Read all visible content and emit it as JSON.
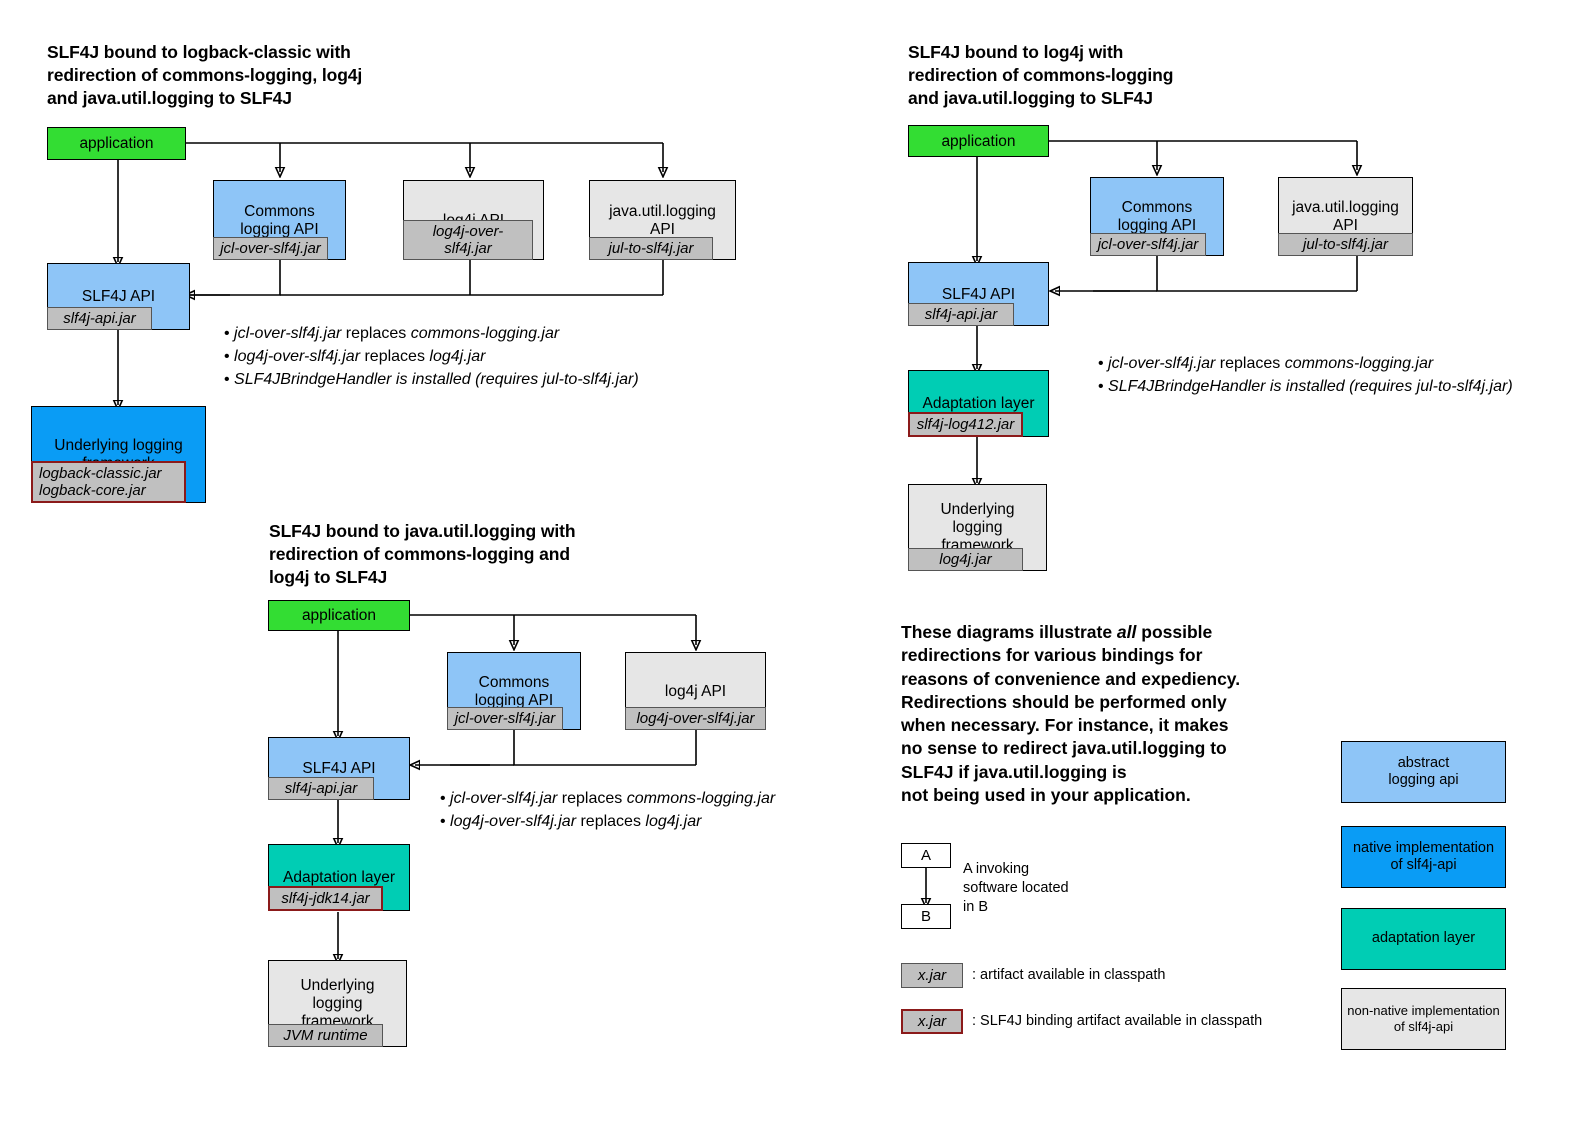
{
  "diagram1": {
    "title": "SLF4J bound to logback-classic with\nredirection of commons-logging, log4j\nand java.util.logging to SLF4J",
    "application": "application",
    "commons_api": "Commons\nlogging API",
    "commons_jar": "jcl-over-slf4j.jar",
    "log4j_api": "log4j API",
    "log4j_jar": "log4j-over-slf4j.jar",
    "jul_api": "java.util.logging\nAPI",
    "jul_jar": "jul-to-slf4j.jar",
    "slf4j_api": "SLF4J API",
    "slf4j_api_jar": "slf4j-api.jar",
    "underlying": "Underlying logging\nframework",
    "underlying_jar": "logback-classic.jar\nlogback-core.jar",
    "bullets": [
      {
        "name": "jcl-over-slf4j.jar",
        "verb": " replaces ",
        "target": "commons-logging.jar"
      },
      {
        "name": "log4j-over-slf4j.jar",
        "verb": " replaces ",
        "target": "log4j.jar"
      },
      {
        "name": "SLF4JBrindgeHandler",
        "verb": " is installed ",
        "target": "(requires jul-to-slf4j.jar)"
      }
    ]
  },
  "diagram2": {
    "title": "SLF4J bound to log4j with\nredirection of commons-logging\nand java.util.logging to SLF4J",
    "application": "application",
    "commons_api": "Commons\nlogging API",
    "commons_jar": "jcl-over-slf4j.jar",
    "jul_api": "java.util.logging\nAPI",
    "jul_jar": "jul-to-slf4j.jar",
    "slf4j_api": "SLF4J API",
    "slf4j_api_jar": "slf4j-api.jar",
    "adaptation": "Adaptation layer",
    "adaptation_jar": "slf4j-log412.jar",
    "underlying": "Underlying\nlogging\nframework",
    "underlying_jar": "log4j.jar",
    "bullets": [
      {
        "name": "jcl-over-slf4j.jar",
        "verb": " replaces ",
        "target": "commons-logging.jar"
      },
      {
        "name": "SLF4JBrindgeHandler",
        "verb": " is installed ",
        "target": "(requires jul-to-slf4j.jar)"
      }
    ]
  },
  "diagram3": {
    "title": "SLF4J bound to java.util.logging with\nredirection of commons-logging and\nlog4j to SLF4J",
    "application": "application",
    "commons_api": "Commons\nlogging API",
    "commons_jar": "jcl-over-slf4j.jar",
    "log4j_api": "log4j API",
    "log4j_jar": "log4j-over-slf4j.jar",
    "slf4j_api": "SLF4J API",
    "slf4j_api_jar": "slf4j-api.jar",
    "adaptation": "Adaptation layer",
    "adaptation_jar": "slf4j-jdk14.jar",
    "underlying": "Underlying\nlogging\nframework",
    "underlying_jar": "JVM runtime",
    "bullets": [
      {
        "name": "jcl-over-slf4j.jar",
        "verb": " replaces ",
        "target": "commons-logging.jar"
      },
      {
        "name": "log4j-over-slf4j.jar",
        "verb": " replaces ",
        "target": "log4j.jar"
      }
    ]
  },
  "note": {
    "line1": "These diagrams illustrate ",
    "emphasis": "all",
    "line2": " possible\nredirections for various bindings for\nreasons of convenience and expediency.\nRedirections should be performed only\nwhen necessary. For instance, it makes\nno sense to redirect java.util.logging to\nSLF4J if java.util.logging is\nnot being used in your application."
  },
  "legend": {
    "node_a": "A",
    "node_b": "B",
    "arrow_caption": "A invoking\nsoftware located\nin B",
    "jar_plain_label": "x.jar",
    "jar_plain_caption": ": artifact available in classpath",
    "jar_binding_label": "x.jar",
    "jar_binding_caption": ": SLF4J binding artifact available in classpath",
    "swatches": [
      {
        "label": "abstract\nlogging api",
        "color": "#8ec5f7"
      },
      {
        "label": "native implementation\nof slf4j-api",
        "color": "#0a9cf5"
      },
      {
        "label": "adaptation layer",
        "color": "#00cdb4"
      },
      {
        "label": "non-native implementation\nof slf4j-api",
        "color": "#e6e6e6"
      }
    ]
  }
}
